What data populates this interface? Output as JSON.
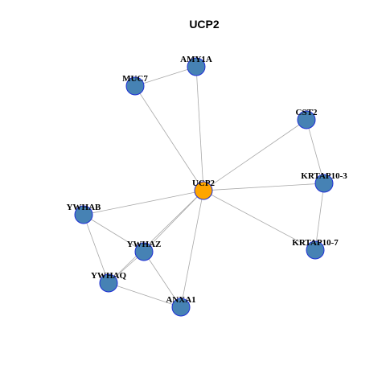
{
  "title": "UCP2",
  "colors": {
    "center_node": "#ffa500",
    "neighbor_node": "#4682b4",
    "node_border": "#1f2fd6",
    "edge": "#a8a8a8"
  },
  "nodes": [
    {
      "id": "UCP2",
      "label": "UCP2",
      "center": true
    },
    {
      "id": "AMY1A",
      "label": "AMY1A"
    },
    {
      "id": "MUC7",
      "label": "MUC7"
    },
    {
      "id": "CST2",
      "label": "CST2"
    },
    {
      "id": "KRTAP10-3",
      "label": "KRTAP10-3"
    },
    {
      "id": "KRTAP10-7",
      "label": "KRTAP10-7"
    },
    {
      "id": "YWHAB",
      "label": "YWHAB"
    },
    {
      "id": "YWHAZ",
      "label": "YWHAZ"
    },
    {
      "id": "YWHAQ",
      "label": "YWHAQ"
    },
    {
      "id": "ANXA1",
      "label": "ANXA1"
    }
  ],
  "edges": [
    [
      "UCP2",
      "AMY1A"
    ],
    [
      "UCP2",
      "MUC7"
    ],
    [
      "AMY1A",
      "MUC7"
    ],
    [
      "UCP2",
      "CST2"
    ],
    [
      "UCP2",
      "KRTAP10-3"
    ],
    [
      "UCP2",
      "KRTAP10-7"
    ],
    [
      "CST2",
      "KRTAP10-3"
    ],
    [
      "KRTAP10-3",
      "KRTAP10-7"
    ],
    [
      "UCP2",
      "YWHAB"
    ],
    [
      "UCP2",
      "YWHAZ"
    ],
    [
      "UCP2",
      "YWHAQ"
    ],
    [
      "UCP2",
      "ANXA1"
    ],
    [
      "YWHAB",
      "YWHAZ"
    ],
    [
      "YWHAB",
      "YWHAQ"
    ],
    [
      "YWHAZ",
      "YWHAQ"
    ],
    [
      "YWHAZ",
      "ANXA1"
    ],
    [
      "YWHAQ",
      "ANXA1"
    ]
  ]
}
